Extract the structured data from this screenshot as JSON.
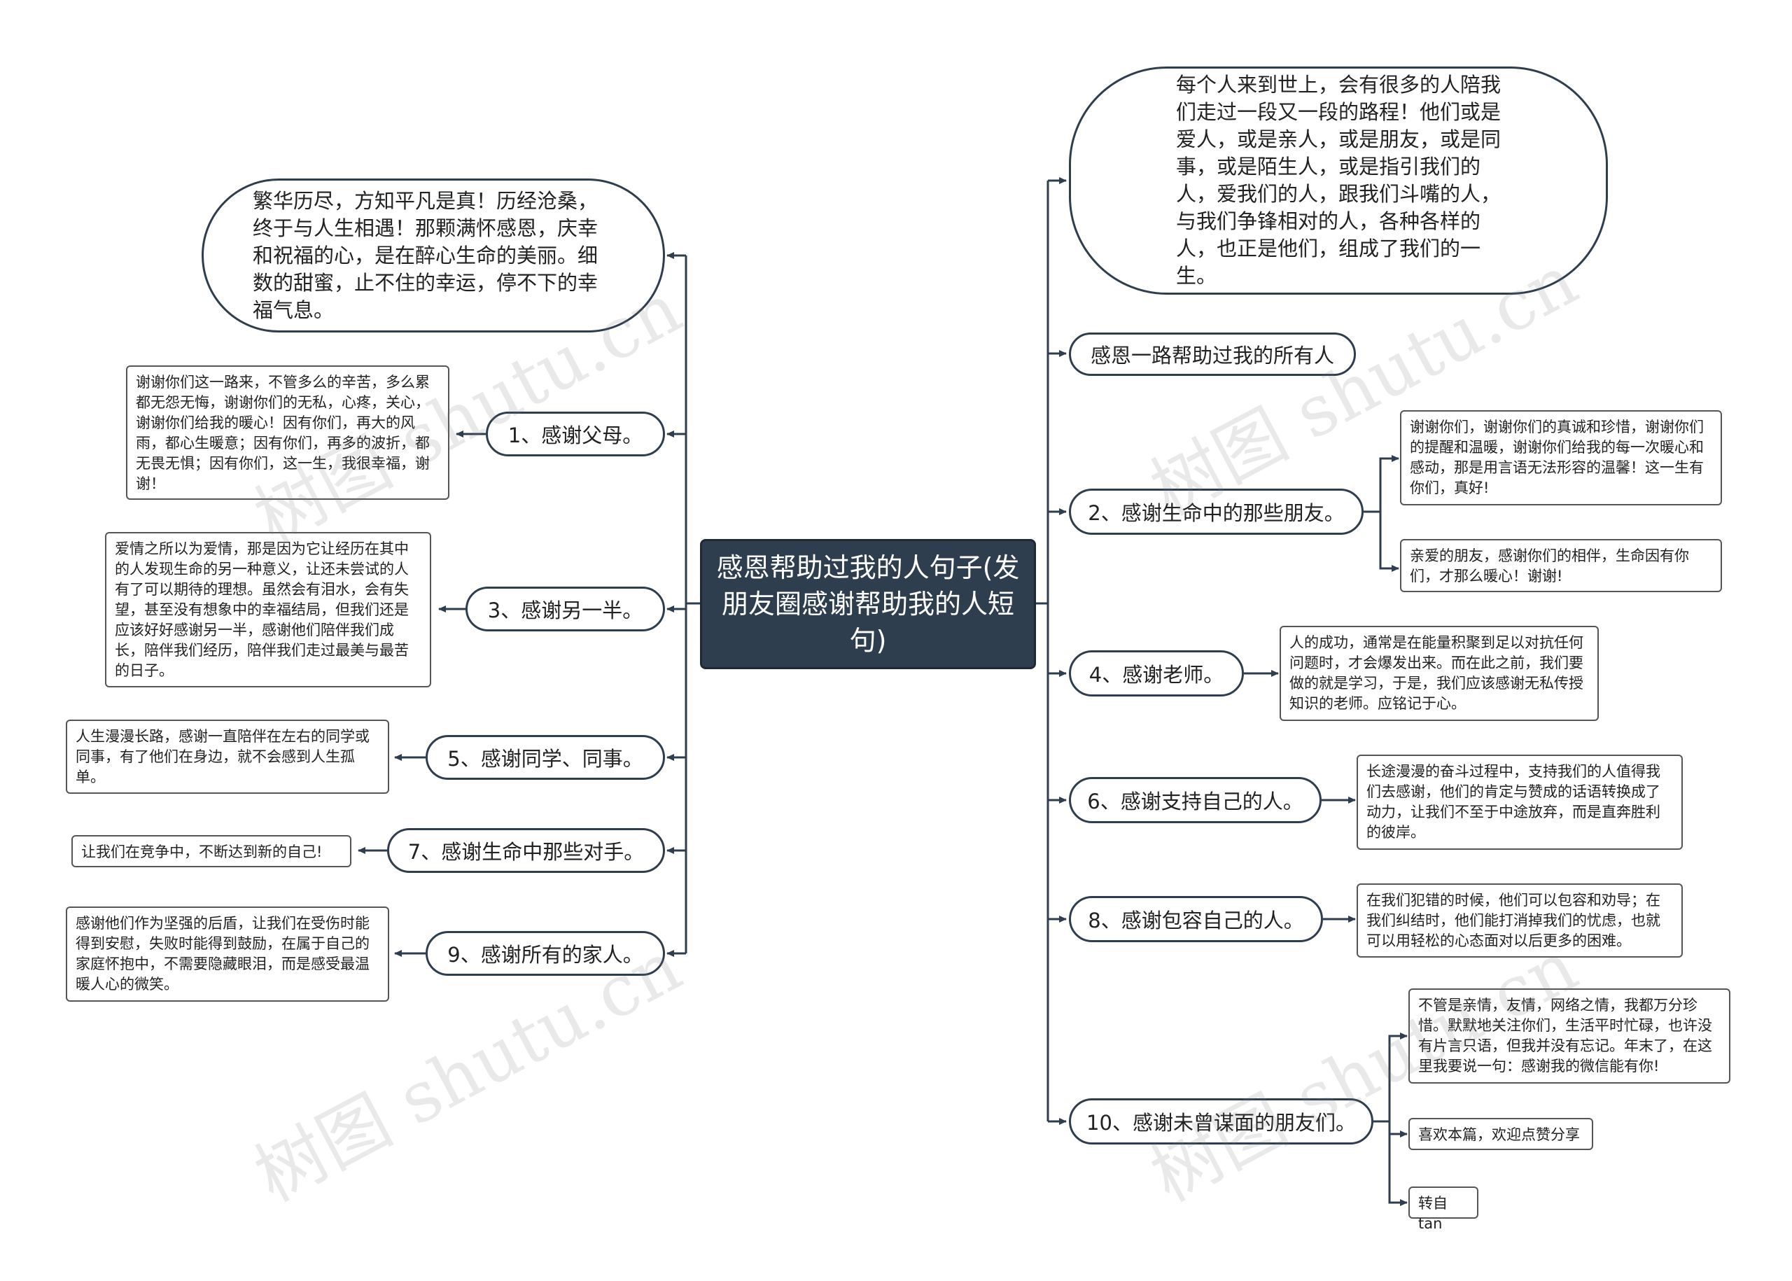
{
  "title": "感恩帮助过我的人句子(发朋友圈感谢帮助我的人短句)",
  "watermark": "树图 shutu.cn",
  "colors": {
    "root_fill": "#2f3e4e",
    "line": "#2f3e4e"
  },
  "left_intro": "繁华历尽，方知平凡是真！历经沧桑，终于与人生相遇！那颗满怀感恩，庆幸和祝福的心，是在醉心生命的美丽。细数的甜蜜，止不住的幸运，停不下的幸福气息。",
  "right_intro": "每个人来到世上，会有很多的人陪我们走过一段又一段的路程！他们或是爱人，或是亲人，或是朋友，或是同事，或是陌生人，或是指引我们的人，爱我们的人，跟我们斗嘴的人，与我们争锋相对的人，各种各样的人，也正是他们，组成了我们的一生。",
  "right_heading": "感恩一路帮助过我的所有人",
  "left_branches": [
    {
      "label": "1、感谢父母。",
      "note": "谢谢你们这一路来，不管多么的辛苦，多么累都无怨无悔，谢谢你们的无私，心疼，关心，谢谢你们给我的暖心！因有你们，再大的风雨，都心生暖意；因有你们，再多的波折，都无畏无惧；因有你们，这一生，我很幸福，谢谢！"
    },
    {
      "label": "3、感谢另一半。",
      "note": "爱情之所以为爱情，那是因为它让经历在其中的人发现生命的另一种意义，让还未尝试的人有了可以期待的理想。虽然会有泪水，会有失望，甚至没有想象中的幸福结局，但我们还是应该好好感谢另一半，感谢他们陪伴我们成长，陪伴我们经历，陪伴我们走过最美与最苦的日子。"
    },
    {
      "label": "5、感谢同学、同事。",
      "note": "人生漫漫长路，感谢一直陪伴在左右的同学或同事，有了他们在身边，就不会感到人生孤单。"
    },
    {
      "label": "7、感谢生命中那些对手。",
      "note": "让我们在竞争中，不断达到新的自己!"
    },
    {
      "label": "9、感谢所有的家人。",
      "note": "感谢他们作为坚强的后盾，让我们在受伤时能得到安慰，失败时能得到鼓励，在属于自己的家庭怀抱中，不需要隐藏眼泪，而是感受最温暖人心的微笑。"
    }
  ],
  "right_branches": [
    {
      "label": "2、感谢生命中的那些朋友。",
      "notes": [
        "谢谢你们，谢谢你们的真诚和珍惜，谢谢你们的提醒和温暖，谢谢你们给我的每一次暖心和感动，那是用言语无法形容的温馨！这一生有你们，真好!",
        "亲爱的朋友，感谢你们的相伴，生命因有你们，才那么暖心！谢谢!"
      ]
    },
    {
      "label": "4、感谢老师。",
      "notes": [
        "人的成功，通常是在能量积聚到足以对抗任何问题时，才会爆发出来。而在此之前，我们要做的就是学习，于是，我们应该感谢无私传授知识的老师。应铭记于心。"
      ]
    },
    {
      "label": "6、感谢支持自己的人。",
      "notes": [
        "长途漫漫的奋斗过程中，支持我们的人值得我们去感谢，他们的肯定与赞成的话语转换成了动力，让我们不至于中途放弃，而是直奔胜利的彼岸。"
      ]
    },
    {
      "label": "8、感谢包容自己的人。",
      "notes": [
        "在我们犯错的时候，他们可以包容和劝导；在我们纠结时，他们能打消掉我们的忧虑，也就可以用轻松的心态面对以后更多的困难。"
      ]
    },
    {
      "label": "10、感谢未曾谋面的朋友们。",
      "notes": [
        "不管是亲情，友情，网络之情，我都万分珍惜。默默地关注你们，生活平时忙碌，也许没有片言只语，但我并没有忘记。年末了，在这里我要说一句：感谢我的微信能有你!",
        "喜欢本篇，欢迎点赞分享",
        "转自tan"
      ]
    }
  ]
}
